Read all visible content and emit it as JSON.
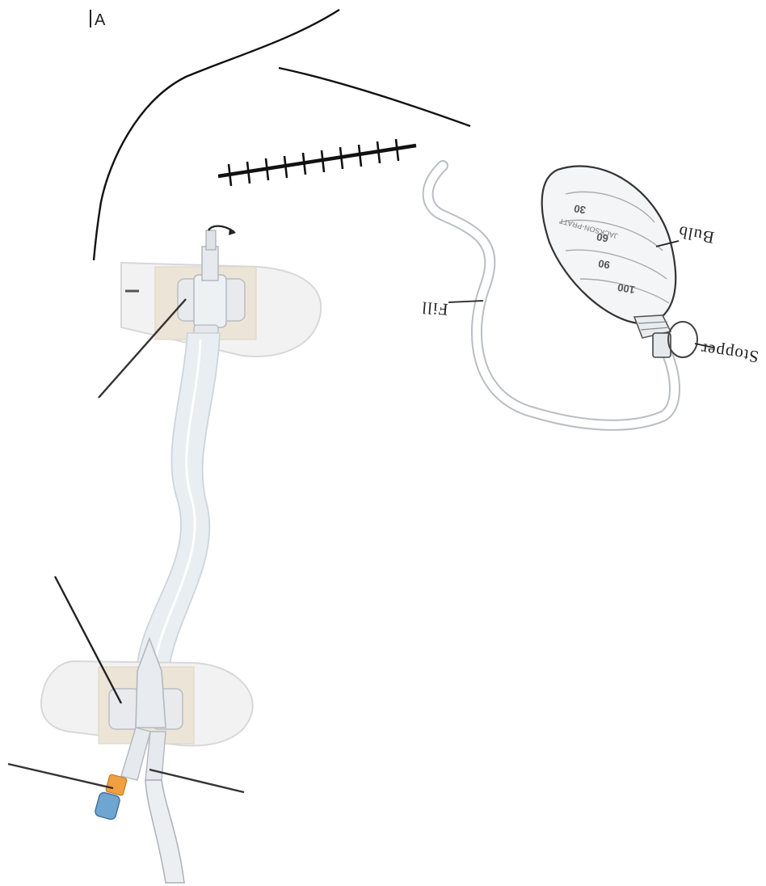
{
  "panel_label": "A",
  "callouts": {
    "bulb": "Bulb",
    "stopper": "Stopper",
    "fill": "Fill"
  },
  "bulb_markings": [
    "30",
    "60",
    "90",
    "100"
  ],
  "bulb_brand": "JACKSON-PRATT",
  "colors": {
    "outline": "#111111",
    "tube": "#e9eef2",
    "tape": "#ece4d6",
    "tape_border": "#d7d2c9",
    "dressing": "#f1f1f1",
    "hub_orange": "#f0a040",
    "cap_blue": "#6fa6d1"
  }
}
